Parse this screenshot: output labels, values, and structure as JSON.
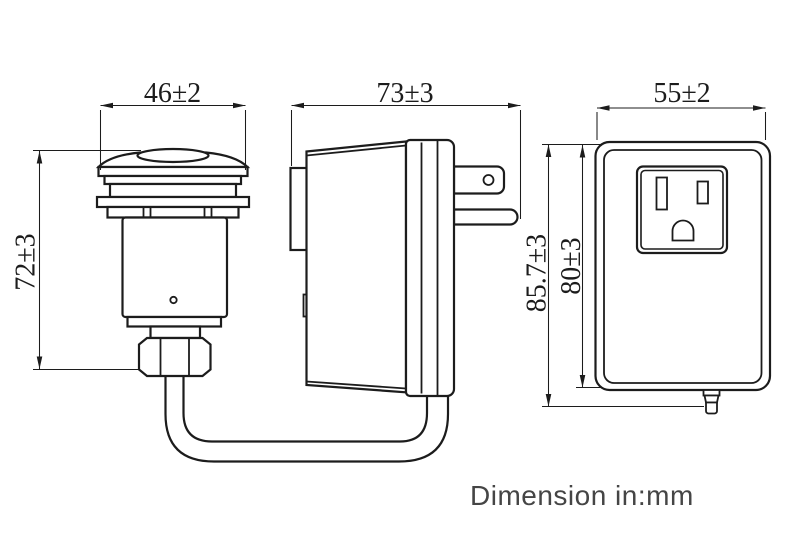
{
  "dims": {
    "button_width": "46±2",
    "button_height": "72±3",
    "adapter_width": "73±3",
    "outlet_width": "55±2",
    "outlet_height_total": "85.7±3",
    "outlet_height_body": "80±3"
  },
  "note": {
    "text": "Dimension in:mm"
  },
  "colors": {
    "line": "#1c1c1c",
    "note": "#454545",
    "background": "#ffffff"
  }
}
